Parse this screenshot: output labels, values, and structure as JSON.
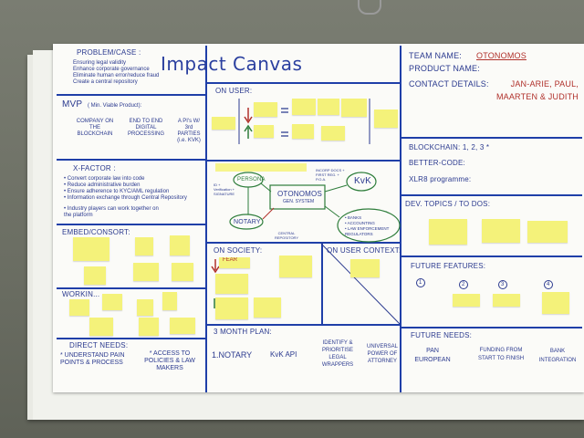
{
  "title": "Impact Canvas",
  "problem": {
    "heading": "PROBLEM/CASE :",
    "lines": [
      "Ensuring legal validity",
      "Enhance corporate governance",
      "Eliminate human error/reduce fraud",
      "Create a central repository"
    ]
  },
  "mvp": {
    "heading": "MVP",
    "sub": "( Min. Viable Product):",
    "flow": [
      "COMPANY ON THE BLOCKCHAIN",
      "END TO END DIGITAL PROCESSING",
      "A PI's W/ 3rd PARTIES (i.e. KVK)"
    ]
  },
  "xfactor": {
    "heading": "X-FACTOR :",
    "lines": [
      "• Convert corporate law into code",
      "• Reduce administrative burden",
      "• Ensure adherence to KYC/AML regulation",
      "• Information exchange through Central Repository",
      "• Industry players can work together on",
      "  the platform"
    ]
  },
  "embed": {
    "heading": "EMBED/CONSORT:"
  },
  "working": {
    "heading": "WORKIN..."
  },
  "direct": {
    "heading": "DIRECT NEEDS:",
    "items": [
      "* UNDERSTAND PAIN POINTS & PROCESS",
      "* ACCESS TO POLICIES & LAW MAKERS"
    ]
  },
  "on_user": {
    "heading": "ON USER:"
  },
  "diagram": {
    "persona": "PERSONA",
    "center": "OTONOMOS",
    "center_sub": "GEN. SYSTEM",
    "kvk": "KvK",
    "notary": "NOTARY",
    "left_note": "ID + Verification + SIGNATURE",
    "top_note": "INCORP DOCS + FIRST REG. + P.O.A.",
    "repo": "CENTRAL REPOSITORY",
    "banks": [
      "• BANKS",
      "• ACCOUNTING",
      "• LAW ENFORCEMENT",
      "  REGULATORS"
    ]
  },
  "on_society": {
    "heading": "ON SOCIETY:",
    "fear": "FEAR"
  },
  "on_user_context": {
    "heading": "ON USER CONTEXT:"
  },
  "plan": {
    "heading": "3 MONTH PLAN:",
    "items": [
      "1.NOTARY",
      "KvK API",
      "IDENTIFY & PRIORITISE LEGAL WRAPPERS",
      "UNIVERSAL POWER OF ATTORNEY"
    ]
  },
  "team": {
    "name_label": "TEAM NAME:",
    "name": "OTONOMOS",
    "product_label": "PRODUCT NAME:",
    "contact_label": "CONTACT DETAILS:",
    "contact": "JAN-ARIE, PAUL, MAARTEN & JUDITH"
  },
  "blockchain": {
    "heading": "BLOCKCHAIN: 1, 2, 3 *",
    "code": "BETTER-CODE:",
    "xlr": "XLR8 programme:"
  },
  "devtopics": {
    "heading": "DEV. TOPICS / TO DOS:"
  },
  "future_features": {
    "heading": "FUTURE FEATURES:",
    "nums": [
      "1",
      "2",
      "3",
      "4"
    ]
  },
  "future_needs": {
    "heading": "FUTURE NEEDS:",
    "items": [
      "PAN EUROPEAN",
      "FUNDING FROM START TO FINISH",
      "BANK INTEGRATION"
    ]
  },
  "colors": {
    "ink": "#2b3a8f",
    "border": "#1f3fa8",
    "postit": "#f4f27a",
    "red": "#b0302a",
    "green": "#2e7d3b"
  }
}
